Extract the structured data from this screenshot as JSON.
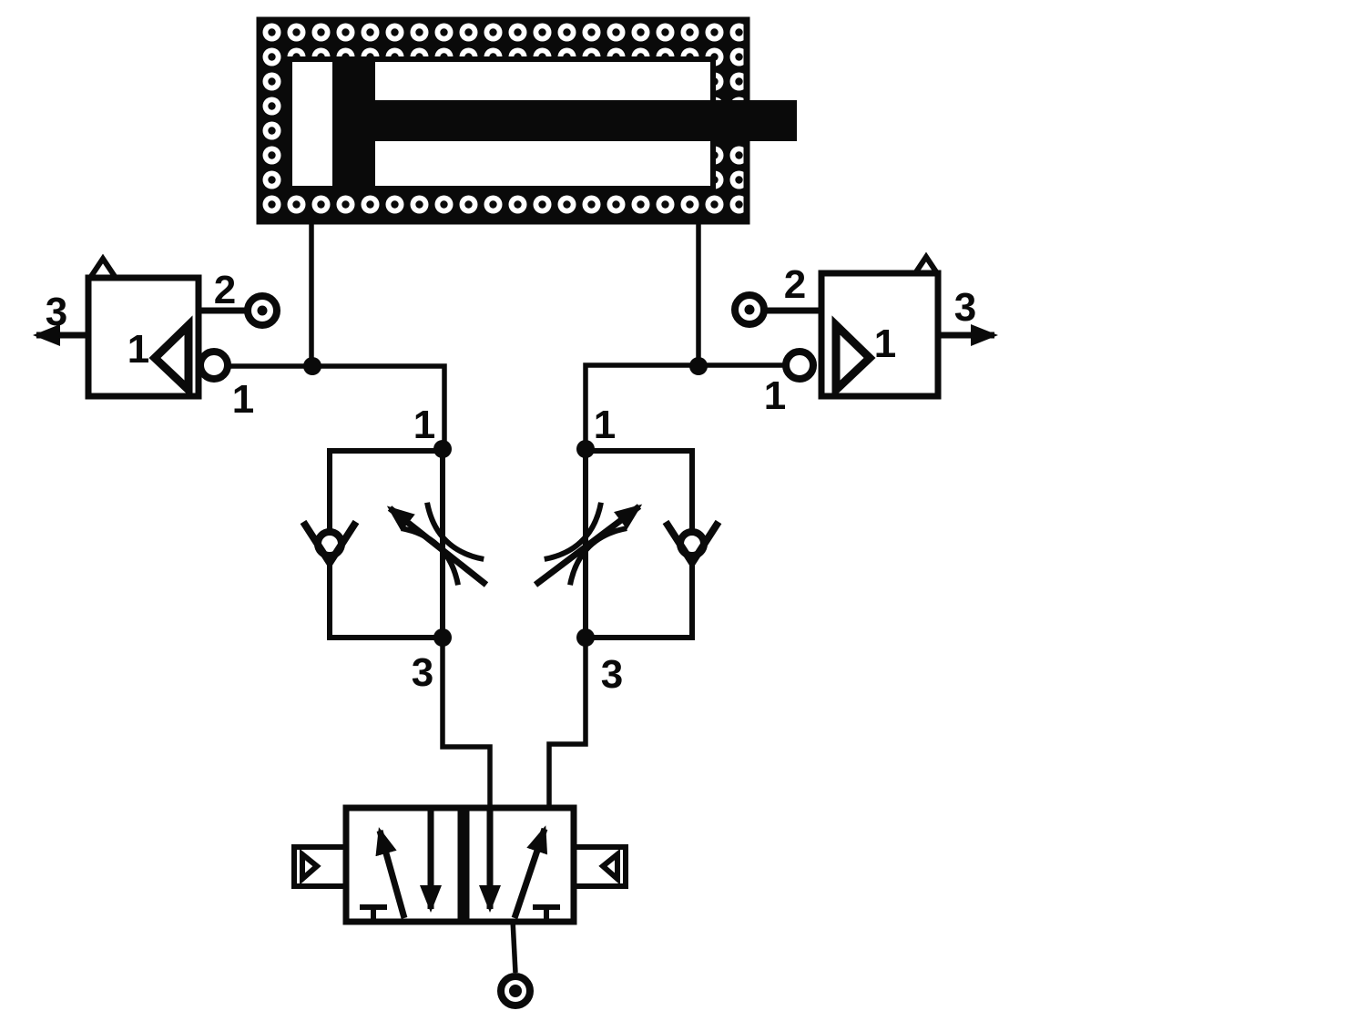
{
  "diagram": {
    "kind": "pneumatic-circuit",
    "colors": {
      "line": "#0a0a0a",
      "background": "#ffffff"
    },
    "components": {
      "cylinder": {
        "name": "double-acting-cylinder-with-cushion-pattern"
      },
      "qev_left": {
        "name": "quick-exhaust-valve-left",
        "body_label": "1",
        "port1": "1",
        "port2": "2",
        "port3": "3"
      },
      "qev_right": {
        "name": "quick-exhaust-valve-right",
        "body_label": "1",
        "port1": "1",
        "port2": "2",
        "port3": "3"
      },
      "fcv_left": {
        "name": "one-way-flow-control-valve-left",
        "port1": "1",
        "port3": "3"
      },
      "fcv_right": {
        "name": "one-way-flow-control-valve-right",
        "port1": "1",
        "port3": "3"
      },
      "dcv": {
        "name": "directional-control-valve-two-position"
      },
      "icons": {
        "plugged_port": "circle-with-dot-plug-icon",
        "exhaust": "exhaust-arrow-icon",
        "check_valve": "check-valve-ball-seat-icon",
        "throttle": "variable-throttle-arrow-icon",
        "pilot": "pneumatic-pilot-triangle-icon"
      }
    }
  }
}
